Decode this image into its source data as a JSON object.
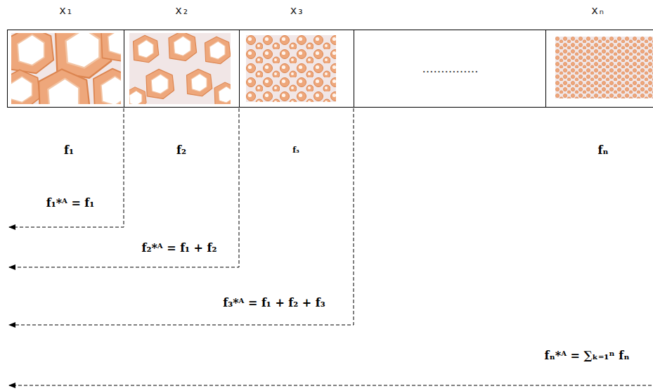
{
  "diagram": {
    "nodes": [
      {
        "text": [
          "x₁"
        ]
      },
      {
        "text": [
          "x₂"
        ]
      },
      {
        "text": [
          "x₃"
        ]
      },
      {
        "text": [
          "……………"
        ]
      },
      {
        "text": [
          "xₙ"
        ]
      }
    ],
    "labels": [
      "f₁",
      "f₂",
      "f₃",
      "fₙ",
      "f₁*ᴬ = f₁",
      "f₂*ᴬ = f₁ + f₂",
      "f₃*ᴬ = f₁ + f₂ + f₃",
      "fₙ*ᴬ = ∑ₖ₌₁ⁿ fₙ"
    ]
  }
}
